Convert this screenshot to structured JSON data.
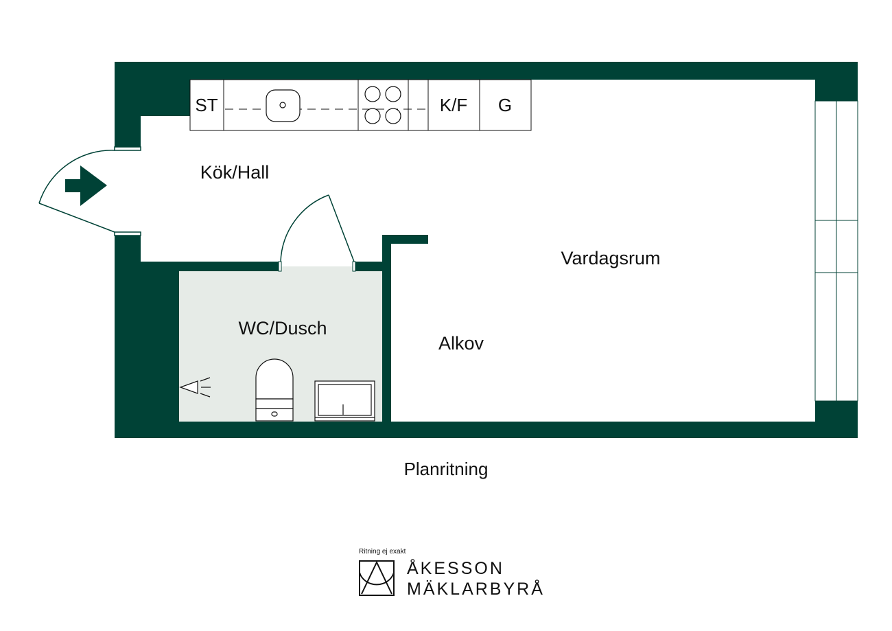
{
  "colors": {
    "wall": "#004236",
    "bathroom_floor": "#e6ebe7",
    "background": "#ffffff",
    "line": "#111111"
  },
  "rooms": {
    "kitchen_hall": "Kök/Hall",
    "living_room": "Vardagsrum",
    "bathroom": "WC/Dusch",
    "alcove": "Alkov"
  },
  "fixtures": {
    "stove_cabinet": "ST",
    "fridge_freezer": "K/F",
    "wardrobe": "G"
  },
  "caption": "Planritning",
  "disclaimer": "Ritning ej exakt",
  "brand": {
    "line1": "ÅKESSON",
    "line2": "MÄKLARBYRÅ"
  },
  "icons": [
    "entrance-arrow-icon",
    "sink-icon",
    "stove-hob-icon",
    "toilet-icon",
    "washbasin-icon",
    "shower-icon",
    "brand-logo-icon"
  ]
}
